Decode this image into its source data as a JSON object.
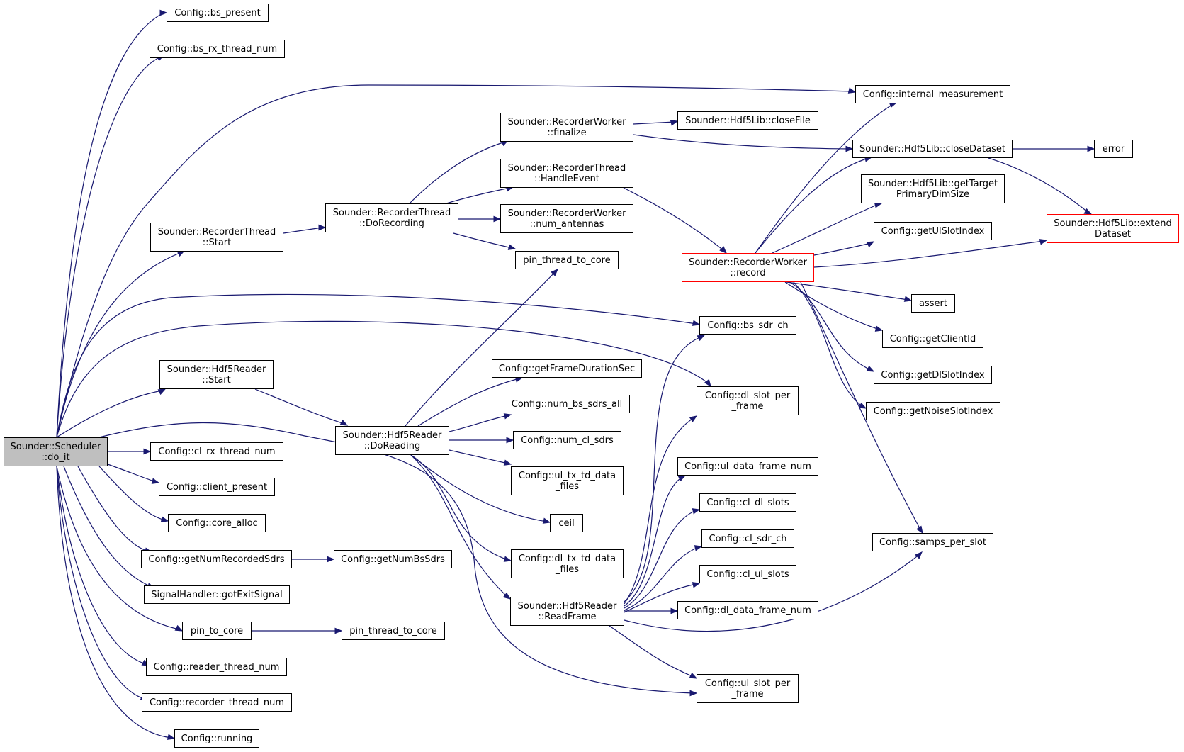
{
  "colors": {
    "edge": "#191970",
    "root_fill": "#bfbfbf",
    "truncated_border": "#ff0000",
    "border": "#000000"
  },
  "nodes": {
    "do_it": "Sounder::Scheduler\n::do_it",
    "bs_present": "Config::bs_present",
    "bs_rx_thread_num": "Config::bs_rx_thread_num",
    "internal_measurement": "Config::internal_measurement",
    "rec_thread_start": "Sounder::RecorderThread\n::Start",
    "do_recording": "Sounder::RecorderThread\n::DoRecording",
    "worker_finalize": "Sounder::RecorderWorker\n::finalize",
    "handle_event": "Sounder::RecorderThread\n::HandleEvent",
    "num_antennas": "Sounder::RecorderWorker\n::num_antennas",
    "pin_thread_to_core_a": "pin_thread_to_core",
    "close_file": "Sounder::Hdf5Lib::closeFile",
    "close_dataset": "Sounder::Hdf5Lib::closeDataset",
    "error": "error",
    "get_target_dim": "Sounder::Hdf5Lib::getTarget\nPrimaryDimSize",
    "get_ul_slot_index": "Config::getUlSlotIndex",
    "extend_dataset": "Sounder::Hdf5Lib::extend\nDataset",
    "worker_record": "Sounder::RecorderWorker\n::record",
    "assert": "assert",
    "bs_sdr_ch": "Config::bs_sdr_ch",
    "get_client_id": "Config::getClientId",
    "get_dl_slot_index": "Config::getDlSlotIndex",
    "get_noise_slot_index": "Config::getNoiseSlotIndex",
    "reader_start": "Sounder::Hdf5Reader\n::Start",
    "get_frame_duration": "Config::getFrameDurationSec",
    "num_bs_sdrs_all": "Config::num_bs_sdrs_all",
    "num_cl_sdrs": "Config::num_cl_sdrs",
    "ul_tx_td_data_files": "Config::ul_tx_td_data\n_files",
    "ceil": "ceil",
    "dl_tx_td_data_files": "Config::dl_tx_td_data\n_files",
    "do_reading": "Sounder::Hdf5Reader\n::DoReading",
    "read_frame": "Sounder::Hdf5Reader\n::ReadFrame",
    "dl_slot_per_frame": "Config::dl_slot_per\n_frame",
    "ul_data_frame_num": "Config::ul_data_frame_num",
    "cl_dl_slots": "Config::cl_dl_slots",
    "cl_sdr_ch": "Config::cl_sdr_ch",
    "cl_ul_slots": "Config::cl_ul_slots",
    "dl_data_frame_num": "Config::dl_data_frame_num",
    "ul_slot_per_frame": "Config::ul_slot_per\n_frame",
    "samps_per_slot": "Config::samps_per_slot",
    "cl_rx_thread_num": "Config::cl_rx_thread_num",
    "client_present": "Config::client_present",
    "core_alloc": "Config::core_alloc",
    "get_num_recorded_sdrs": "Config::getNumRecordedSdrs",
    "get_num_bs_sdrs": "Config::getNumBsSdrs",
    "got_exit_signal": "SignalHandler::gotExitSignal",
    "pin_to_core": "pin_to_core",
    "pin_thread_to_core_b": "pin_thread_to_core",
    "reader_thread_num": "Config::reader_thread_num",
    "recorder_thread_num": "Config::recorder_thread_num",
    "running": "Config::running"
  }
}
